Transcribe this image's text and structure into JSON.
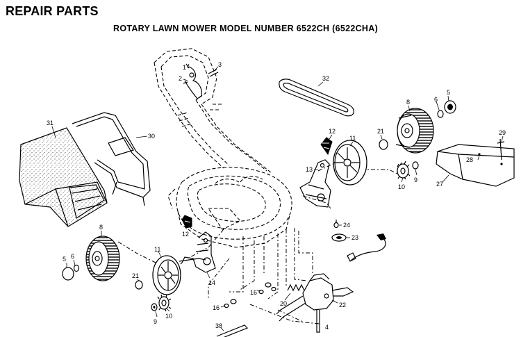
{
  "header": {
    "title": "REPAIR PARTS",
    "subtitle": "ROTARY LAWN MOWER MODEL NUMBER 6522CH (6522CHA)"
  },
  "callouts": [
    "1",
    "2",
    "3",
    "4",
    "5",
    "6",
    "8",
    "9",
    "10",
    "11",
    "12",
    "13",
    "14",
    "16",
    "20",
    "21",
    "22",
    "23",
    "24",
    "27",
    "28",
    "29",
    "30",
    "31",
    "32",
    "38"
  ],
  "labels": {
    "c1": "1",
    "c2": "2",
    "c3": "3",
    "c32": "32",
    "c8a": "8",
    "c6a": "6",
    "c5a": "5",
    "c31": "31",
    "c30": "30",
    "c12a": "12",
    "c11a": "11",
    "c21a": "21",
    "c13": "13",
    "c29": "29",
    "c28": "28",
    "c27": "27",
    "c10a": "10",
    "c9a": "9",
    "c24": "24",
    "c23": "23",
    "c12b": "12",
    "c8b": "8",
    "c11b": "11",
    "c5b": "5",
    "c6b": "6",
    "c21b": "21",
    "c14": "14",
    "c9b": "9",
    "c10b": "10",
    "c16a": "16",
    "c16b": "16",
    "c20": "20",
    "c22": "22",
    "c4": "4",
    "c38": "38"
  }
}
